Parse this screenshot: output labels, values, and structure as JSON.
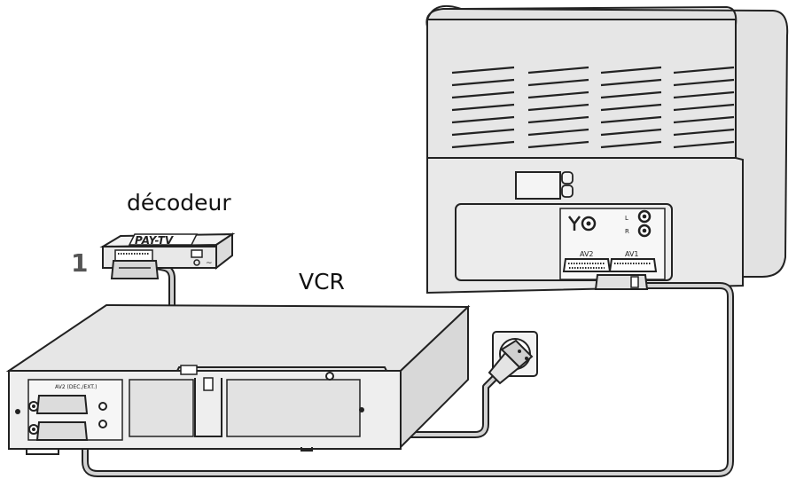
{
  "labels": {
    "decoder": "décodeur",
    "vcr": "VCR",
    "step": "1"
  },
  "decoder": {
    "badge": "PAY-TV"
  },
  "tv": {
    "port_av1": "AV1",
    "port_av2": "AV2",
    "jack_l": "L",
    "jack_r": "R"
  },
  "vcr": {
    "panel_text": "AV2 (DEC./EXT.)"
  },
  "colors": {
    "cable": "#bdbdbd",
    "casing": "#e6e6e6",
    "outline": "#222222"
  },
  "icons": [
    "antenna-icon",
    "power-socket-icon",
    "power-plug-icon",
    "scart-plug-icon"
  ]
}
